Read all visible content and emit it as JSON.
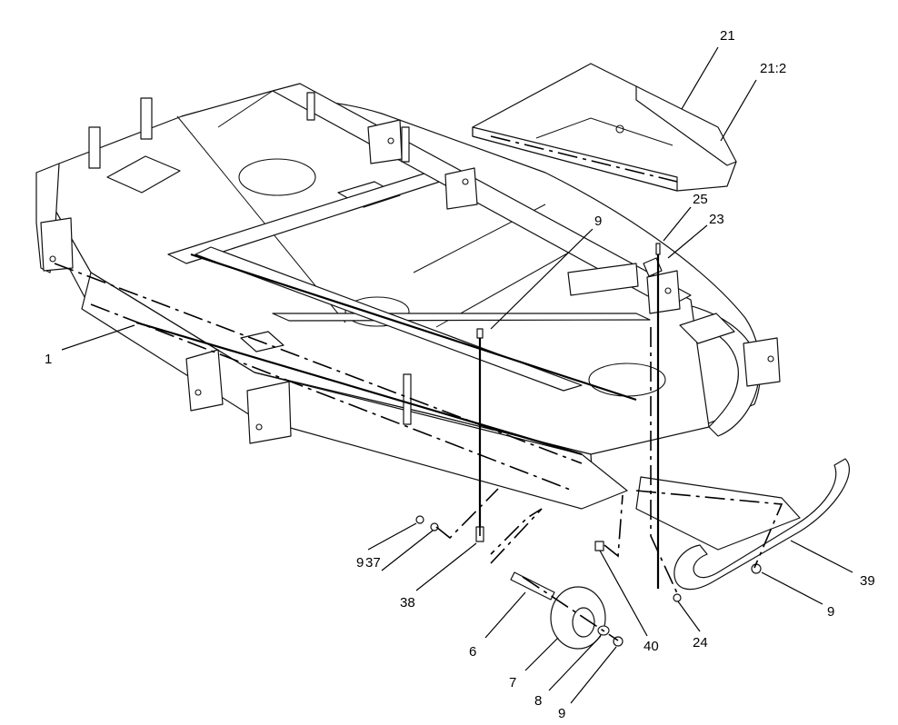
{
  "callouts": [
    {
      "id": "c1",
      "text": "1"
    },
    {
      "id": "c21",
      "text": "21"
    },
    {
      "id": "c212",
      "text": "21:2"
    },
    {
      "id": "c25",
      "text": "25"
    },
    {
      "id": "c23",
      "text": "23"
    },
    {
      "id": "c9a",
      "text": "9"
    },
    {
      "id": "c9b",
      "text": "9"
    },
    {
      "id": "c37",
      "text": "37"
    },
    {
      "id": "c38",
      "text": "38"
    },
    {
      "id": "c6",
      "text": "6"
    },
    {
      "id": "c7",
      "text": "7"
    },
    {
      "id": "c8",
      "text": "8"
    },
    {
      "id": "c9c",
      "text": "9"
    },
    {
      "id": "c40",
      "text": "40"
    },
    {
      "id": "c24",
      "text": "24"
    },
    {
      "id": "c9d",
      "text": "9"
    },
    {
      "id": "c39",
      "text": "39"
    }
  ]
}
